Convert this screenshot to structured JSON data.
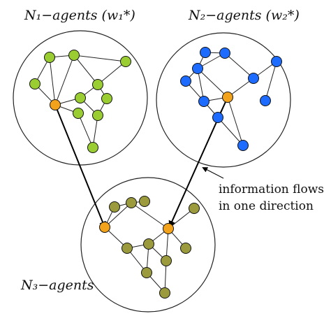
{
  "labels": {
    "n1": "N₁−agents (w₁*)",
    "n2": "N₂−agents (w₂*)",
    "n3": "N₃−agents",
    "flow_line1": "information flows",
    "flow_line2": "in one direction"
  },
  "colors": {
    "n1_agent": "#9acd32",
    "n2_agent": "#1e6bff",
    "n3_agent": "#9b9b3e",
    "bridge_agent": "#f2a31b",
    "edge": "#222222",
    "arrow": "#000000"
  },
  "clusters": [
    {
      "id": "n1",
      "label_key": "n1",
      "node_color": "n1_agent",
      "bridge_node": 4,
      "node_count": 11
    },
    {
      "id": "n2",
      "label_key": "n2",
      "node_color": "n2_agent",
      "bridge_node": 6,
      "node_count": 11
    },
    {
      "id": "n3",
      "label_key": "n3",
      "node_color": "n3_agent",
      "bridge_nodes": [
        0,
        1
      ],
      "node_count": 12
    }
  ],
  "flows": [
    {
      "from_cluster": "n1",
      "to_cluster": "n3"
    },
    {
      "from_cluster": "n2",
      "to_cluster": "n3"
    }
  ]
}
